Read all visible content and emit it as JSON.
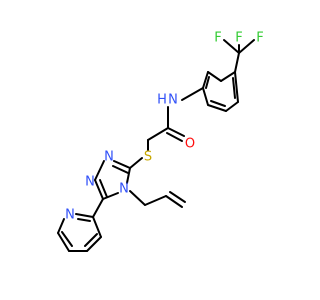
{
  "colors": {
    "bond": "#000000",
    "N": "#3050F8",
    "O": "#FF0D0D",
    "S": "#C8A800",
    "F": "#33CC33",
    "background": "#FFFFFF"
  },
  "atoms": {
    "F_top": "F",
    "F_left": "F",
    "F_right": "F",
    "amide_N": "N",
    "amide_H": "H",
    "carbonyl_O": "O",
    "thioether_S": "S",
    "triazole_N1": "N",
    "triazole_N2": "N",
    "triazole_N4": "N",
    "pyridine_N": "N"
  }
}
